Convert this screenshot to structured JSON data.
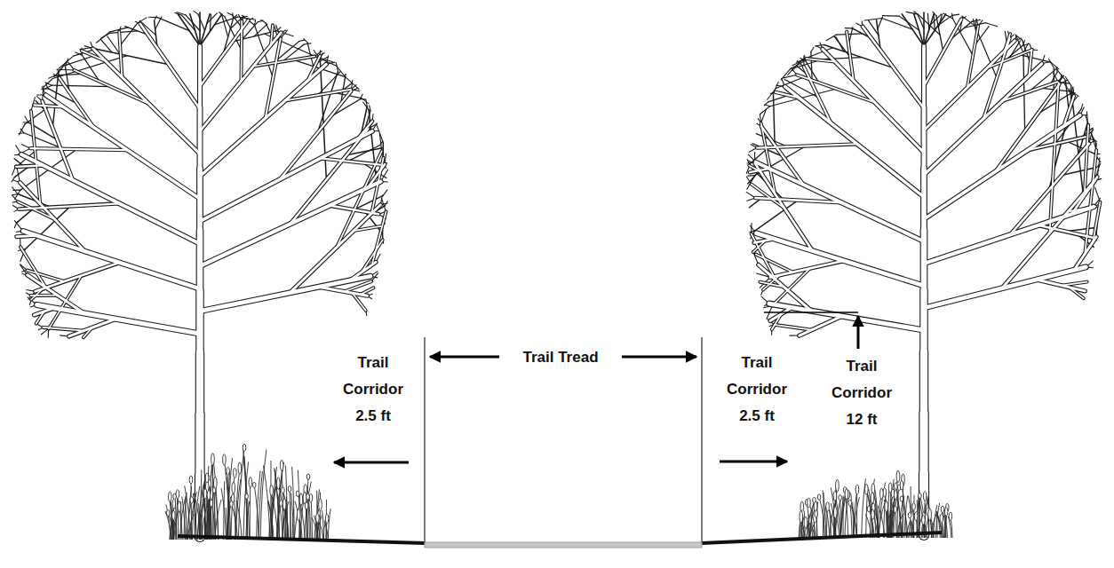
{
  "diagram": {
    "labels": [
      "Trail Corridor 2.5 ft",
      "Trail Tread",
      "Trail Corridor 2.5 ft",
      "Trail Corridor 12 ft"
    ]
  }
}
